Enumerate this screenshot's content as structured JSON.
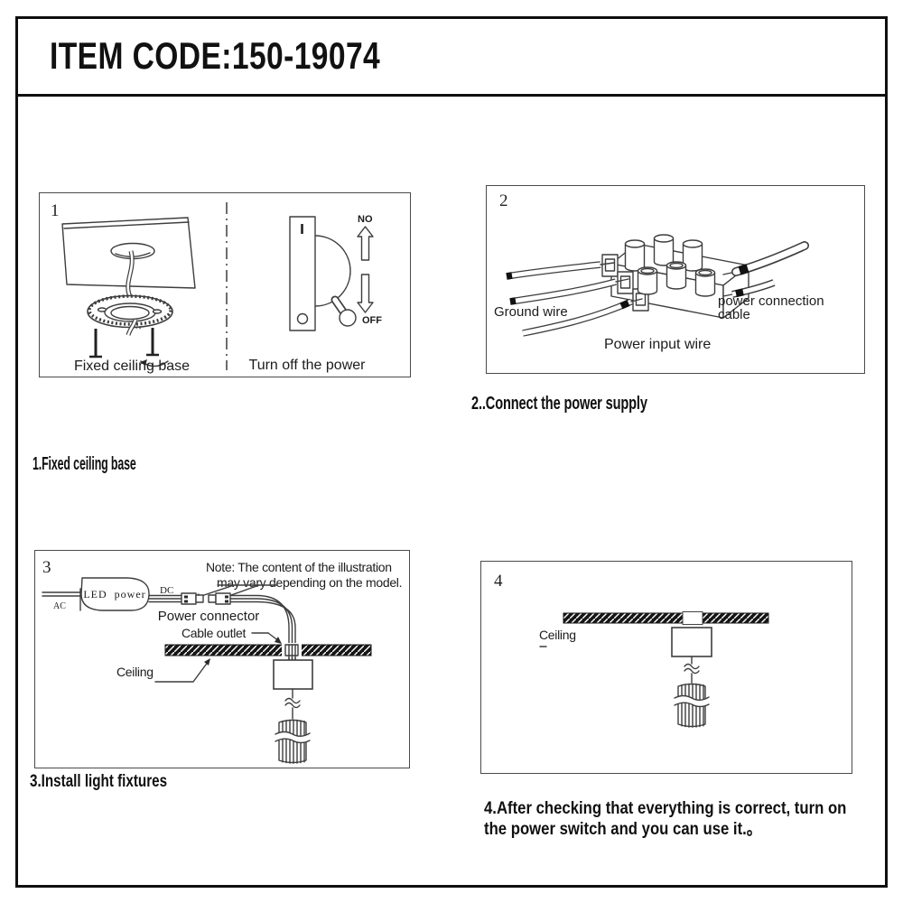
{
  "title": "ITEM CODE:150-19074",
  "colors": {
    "ink": "#141414",
    "stroke": "#3d3d3d"
  },
  "step1": {
    "num": "1",
    "caption": "1.Fixed ceiling base",
    "label_left": "Fixed ceiling base",
    "label_right": "Turn off the power",
    "switch_no": "NO",
    "switch_off": "OFF"
  },
  "step2": {
    "num": "2",
    "caption": "2..Connect the power supply",
    "ground_wire": "Ground wire",
    "power_connection_line1": "power connection",
    "power_connection_line2": "cable",
    "power_input_wire": "Power input wire"
  },
  "step3": {
    "num": "3",
    "caption": "3.Install light fixtures",
    "note_line1": "Note: The content of the illustration",
    "note_line2": "may vary depending on the model.",
    "ac": "AC",
    "dc": "DC",
    "led_power": "LED power",
    "power_connector": "Power connector",
    "cable_outlet": "Cable outlet",
    "ceiling": "Ceiling"
  },
  "step4": {
    "num": "4",
    "ceiling": "Ceiling",
    "caption_line1": "4.After checking that everything is correct, turn on",
    "caption_line2": "the power switch and you can use it.。"
  }
}
